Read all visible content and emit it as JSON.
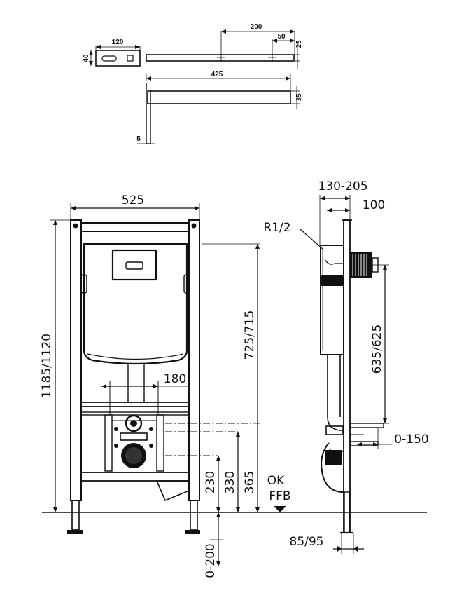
{
  "detail": {
    "bracket_width": "120",
    "bracket_height": "40",
    "rail_offset": "200",
    "rail_gap": "50",
    "rail_thickness": "25",
    "bar_length": "425",
    "bar_thickness": "35",
    "leg_width": "5"
  },
  "front_view": {
    "width": "525",
    "total_height": "1185/1120",
    "cistern_height": "725/715",
    "pipe_spacing": "180",
    "outlet_height": "230",
    "inlet_height": "330",
    "axis_height": "365",
    "foot_adjust": "0-200",
    "floor_label_1": "OK",
    "floor_label_2": "FFB"
  },
  "side_view": {
    "depth_range": "130-205",
    "frame_depth": "100",
    "thread": "R1/2",
    "cistern_depth": "635/625",
    "outlet_adjust": "0-150",
    "foot_depth": "85/95"
  }
}
